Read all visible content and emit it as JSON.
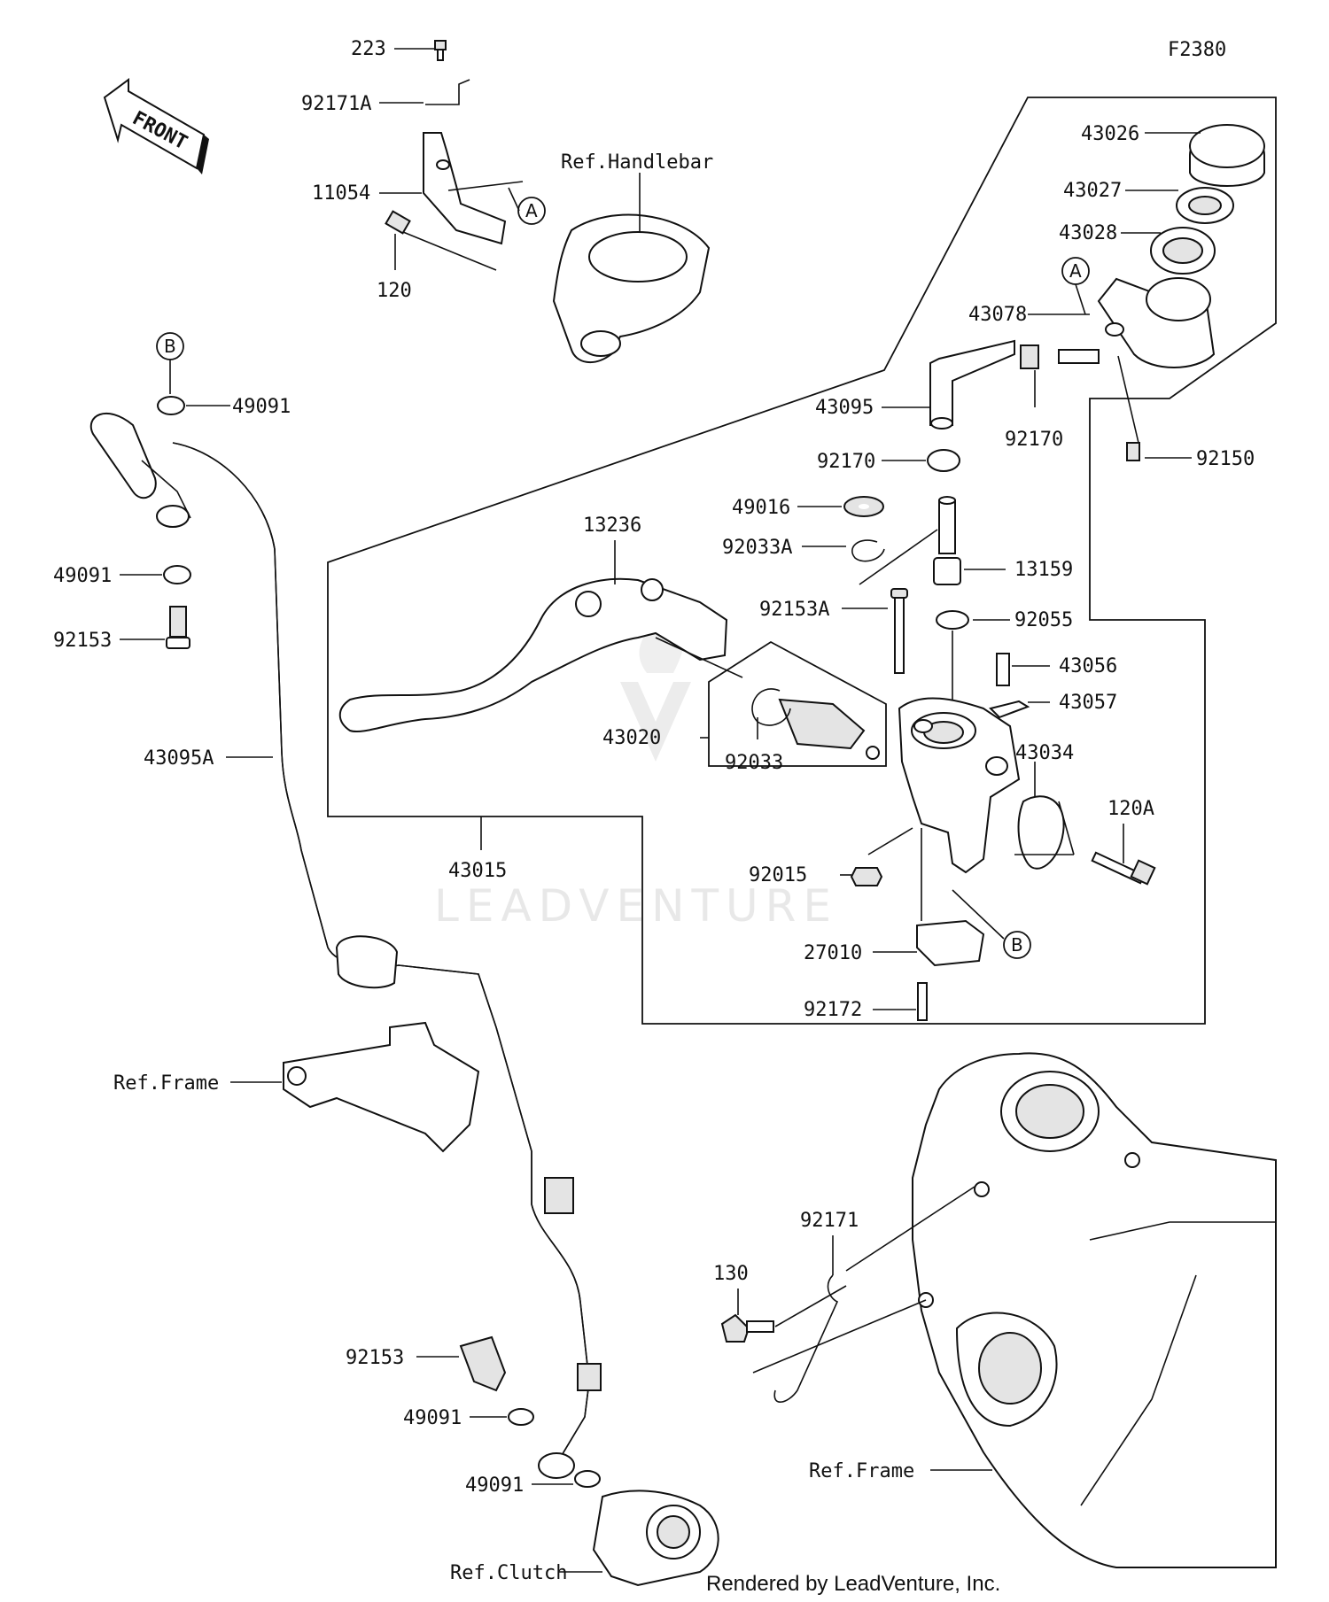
{
  "diagram": {
    "code": "F2380",
    "front_label": "FRONT",
    "watermark": "LEADVENTURE",
    "footer": "Rendered by LeadVenture, Inc.",
    "refs": {
      "handlebar": "Ref.Handlebar",
      "frame_left": "Ref.Frame",
      "frame_right": "Ref.Frame",
      "clutch": "Ref.Clutch"
    },
    "callouts": {
      "a_top": "A",
      "a_reservoir": "A",
      "b_hose": "B",
      "b_switch": "B"
    },
    "parts": {
      "p223": "223",
      "p92171A": "92171A",
      "p11054": "11054",
      "p120": "120",
      "p43026": "43026",
      "p43027": "43027",
      "p43028": "43028",
      "p43078": "43078",
      "p43095": "43095",
      "p92170a": "92170",
      "p92170b": "92170",
      "p92150": "92150",
      "p49016": "49016",
      "p92033A": "92033A",
      "p13159": "13159",
      "p92153A": "92153A",
      "p92055": "92055",
      "p13236": "13236",
      "p43056": "43056",
      "p43057": "43057",
      "p43020": "43020",
      "p92033": "92033",
      "p43034": "43034",
      "p120A": "120A",
      "p43015": "43015",
      "p92015": "92015",
      "p27010": "27010",
      "p92172": "92172",
      "p49091a": "49091",
      "p49091b": "49091",
      "p92153a": "92153",
      "p43095A": "43095A",
      "p92171": "92171",
      "p130": "130",
      "p92153b": "92153",
      "p49091c": "49091",
      "p49091d": "49091"
    }
  }
}
